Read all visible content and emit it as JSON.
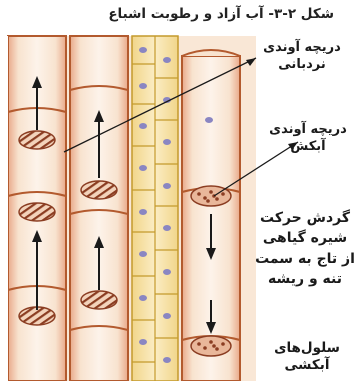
{
  "caption": "شکل ۲-۳- آب آزاد و رطوبت اشباع",
  "labels": {
    "ladder_pit": "دریچه آوندی نردبانی",
    "bordered_pit": "دریچه آوندی آبکش",
    "sap_flow": "گردش حرکت شیره گیاهی از تاج به سمت تنه و ریشه",
    "vessel_cells": "سلول‌های آبکشی"
  },
  "colors": {
    "background": "#ffffff",
    "vessel_outline": "#b35a2e",
    "vessel_fill": "#f7ddc4",
    "vessel_inner": "#fbece0",
    "parenchyma_fill": "#f6e2a6",
    "parenchyma_outline": "#c49a2c",
    "nucleus": "#8a86c2",
    "arrow": "#1a1a1a",
    "pointer_line": "#1a1a1a"
  }
}
